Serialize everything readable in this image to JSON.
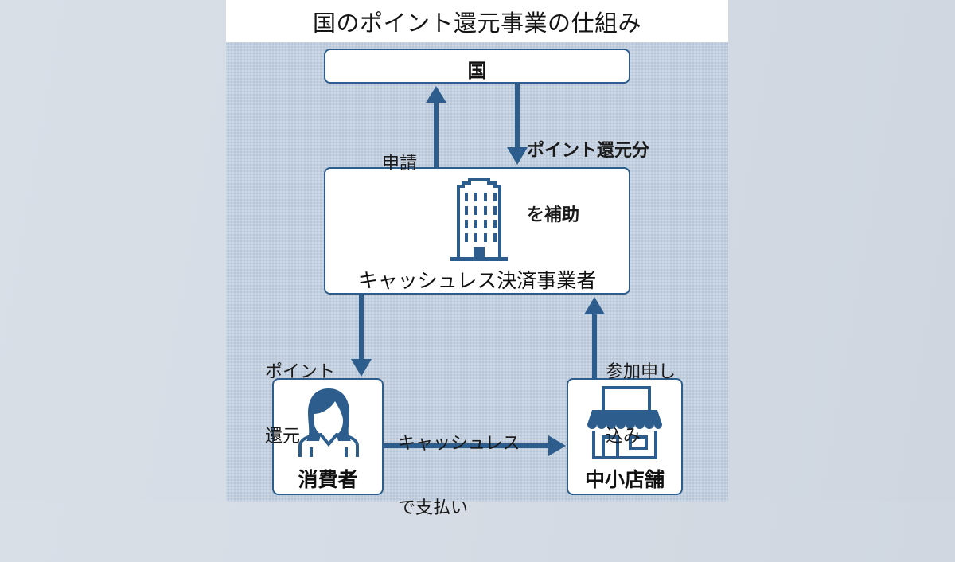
{
  "title": "国のポイント還元事業の仕組み",
  "nodes": {
    "government": {
      "label": "国",
      "icon": "none"
    },
    "payment_provider": {
      "label": "キャッシュレス決済事業者",
      "icon": "office-building-icon"
    },
    "consumer": {
      "label": "消費者",
      "icon": "person-woman-icon"
    },
    "store": {
      "label": "中小店舗",
      "icon": "storefront-icon"
    }
  },
  "edges": [
    {
      "from": "payment_provider",
      "to": "government",
      "label_lines": [
        "申請"
      ]
    },
    {
      "from": "government",
      "to": "payment_provider",
      "label_lines": [
        "ポイント還元分",
        "を補助"
      ]
    },
    {
      "from": "payment_provider",
      "to": "consumer",
      "label_lines": [
        "ポイント",
        "還元"
      ]
    },
    {
      "from": "store",
      "to": "payment_provider",
      "label_lines": [
        "参加申し",
        "込み"
      ]
    },
    {
      "from": "consumer",
      "to": "store",
      "label_lines": [
        "キャッシュレス",
        "で支払い"
      ]
    }
  ],
  "colors": {
    "accent": "#2c5d8c",
    "panel_background": "#c2cfdf",
    "box_fill": "#ffffff",
    "text": "#111111"
  }
}
